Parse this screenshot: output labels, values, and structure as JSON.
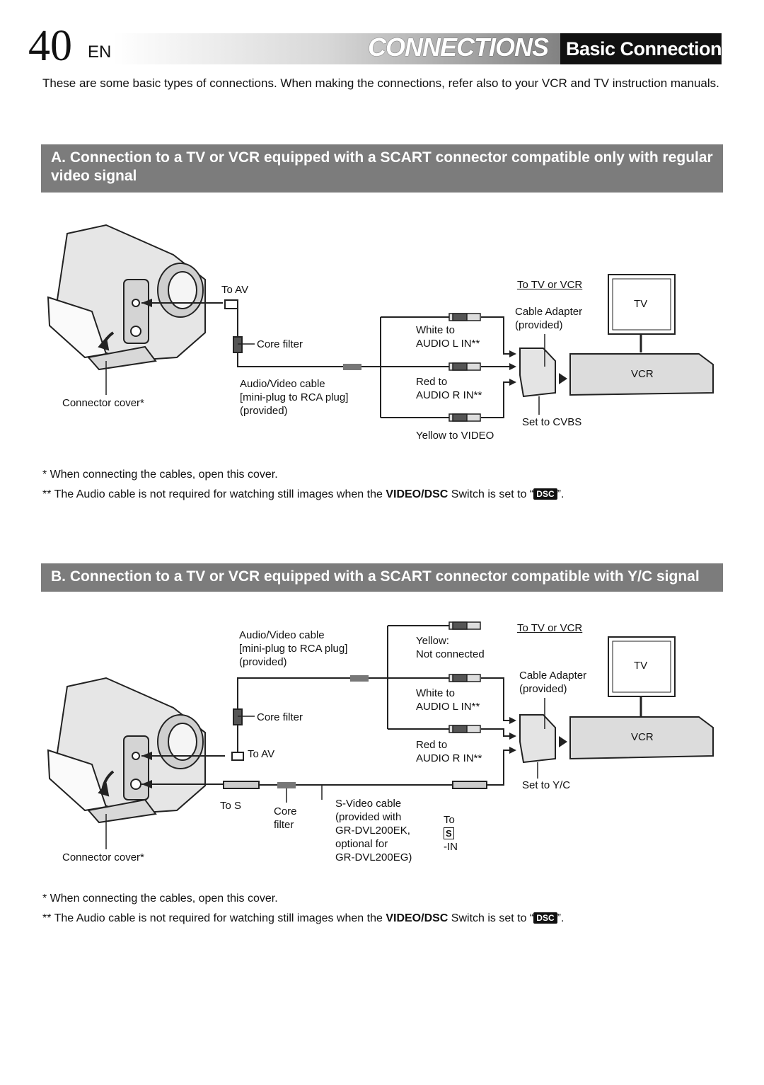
{
  "header": {
    "page_number": "40",
    "language": "EN",
    "section": "CONNECTIONS",
    "subsection": "Basic Connections"
  },
  "intro": "These are some basic types of connections. When making the connections, refer also to your VCR and TV instruction manuals.",
  "section_a": {
    "title": "A. Connection to a TV or VCR equipped with a SCART connector compatible only with regular video signal",
    "labels": {
      "to_av": "To AV",
      "core_filter": "Core filter",
      "cable": "Audio/Video cable\n[mini-plug to RCA plug]\n(provided)",
      "connector_cover": "Connector cover*",
      "white": "White to",
      "audio_l": "AUDIO L IN**",
      "red": "Red to",
      "audio_r": "AUDIO R IN**",
      "yellow": "Yellow to VIDEO",
      "to_tv_vcr": "To TV or VCR",
      "cable_adapter": "Cable Adapter\n(provided)",
      "set_to": "Set to CVBS",
      "tv": "TV",
      "vcr": "VCR"
    },
    "note1": "*  When connecting the cables, open this cover.",
    "note2_pre": "** The Audio cable is not required for watching still images when the",
    "note2_bold": "VIDEO/DSC",
    "note2_mid": "Switch is set to “",
    "note2_icon": "DSC",
    "note2_post": "”."
  },
  "section_b": {
    "title": "B. Connection to a TV or VCR equipped with a SCART connector compatible with Y/C signal",
    "labels": {
      "cable": "Audio/Video cable\n[mini-plug to RCA plug]\n(provided)",
      "core_filter": "Core filter",
      "to_av": "To AV",
      "to_s": "To S",
      "core_filter2": "Core\nfilter",
      "svideo": "S-Video cable\n(provided with\nGR-DVL200EK,\noptional for\nGR-DVL200EG)",
      "to_s_in": "To",
      "s_in_icon": "S",
      "s_in_suffix": "-IN",
      "connector_cover": "Connector cover*",
      "yellow": "Yellow:\nNot connected",
      "white": "White to",
      "audio_l": "AUDIO L IN**",
      "red": "Red to",
      "audio_r": "AUDIO R IN**",
      "to_tv_vcr": "To TV or VCR",
      "cable_adapter": "Cable Adapter\n(provided)",
      "set_to": "Set to Y/C",
      "tv": "TV",
      "vcr": "VCR"
    },
    "note1": "*  When connecting the cables, open this cover.",
    "note2_pre": "** The Audio cable is not required for watching still images when the",
    "note2_bold": "VIDEO/DSC",
    "note2_mid": "Switch is set to “",
    "note2_icon": "DSC",
    "note2_post": "”."
  }
}
